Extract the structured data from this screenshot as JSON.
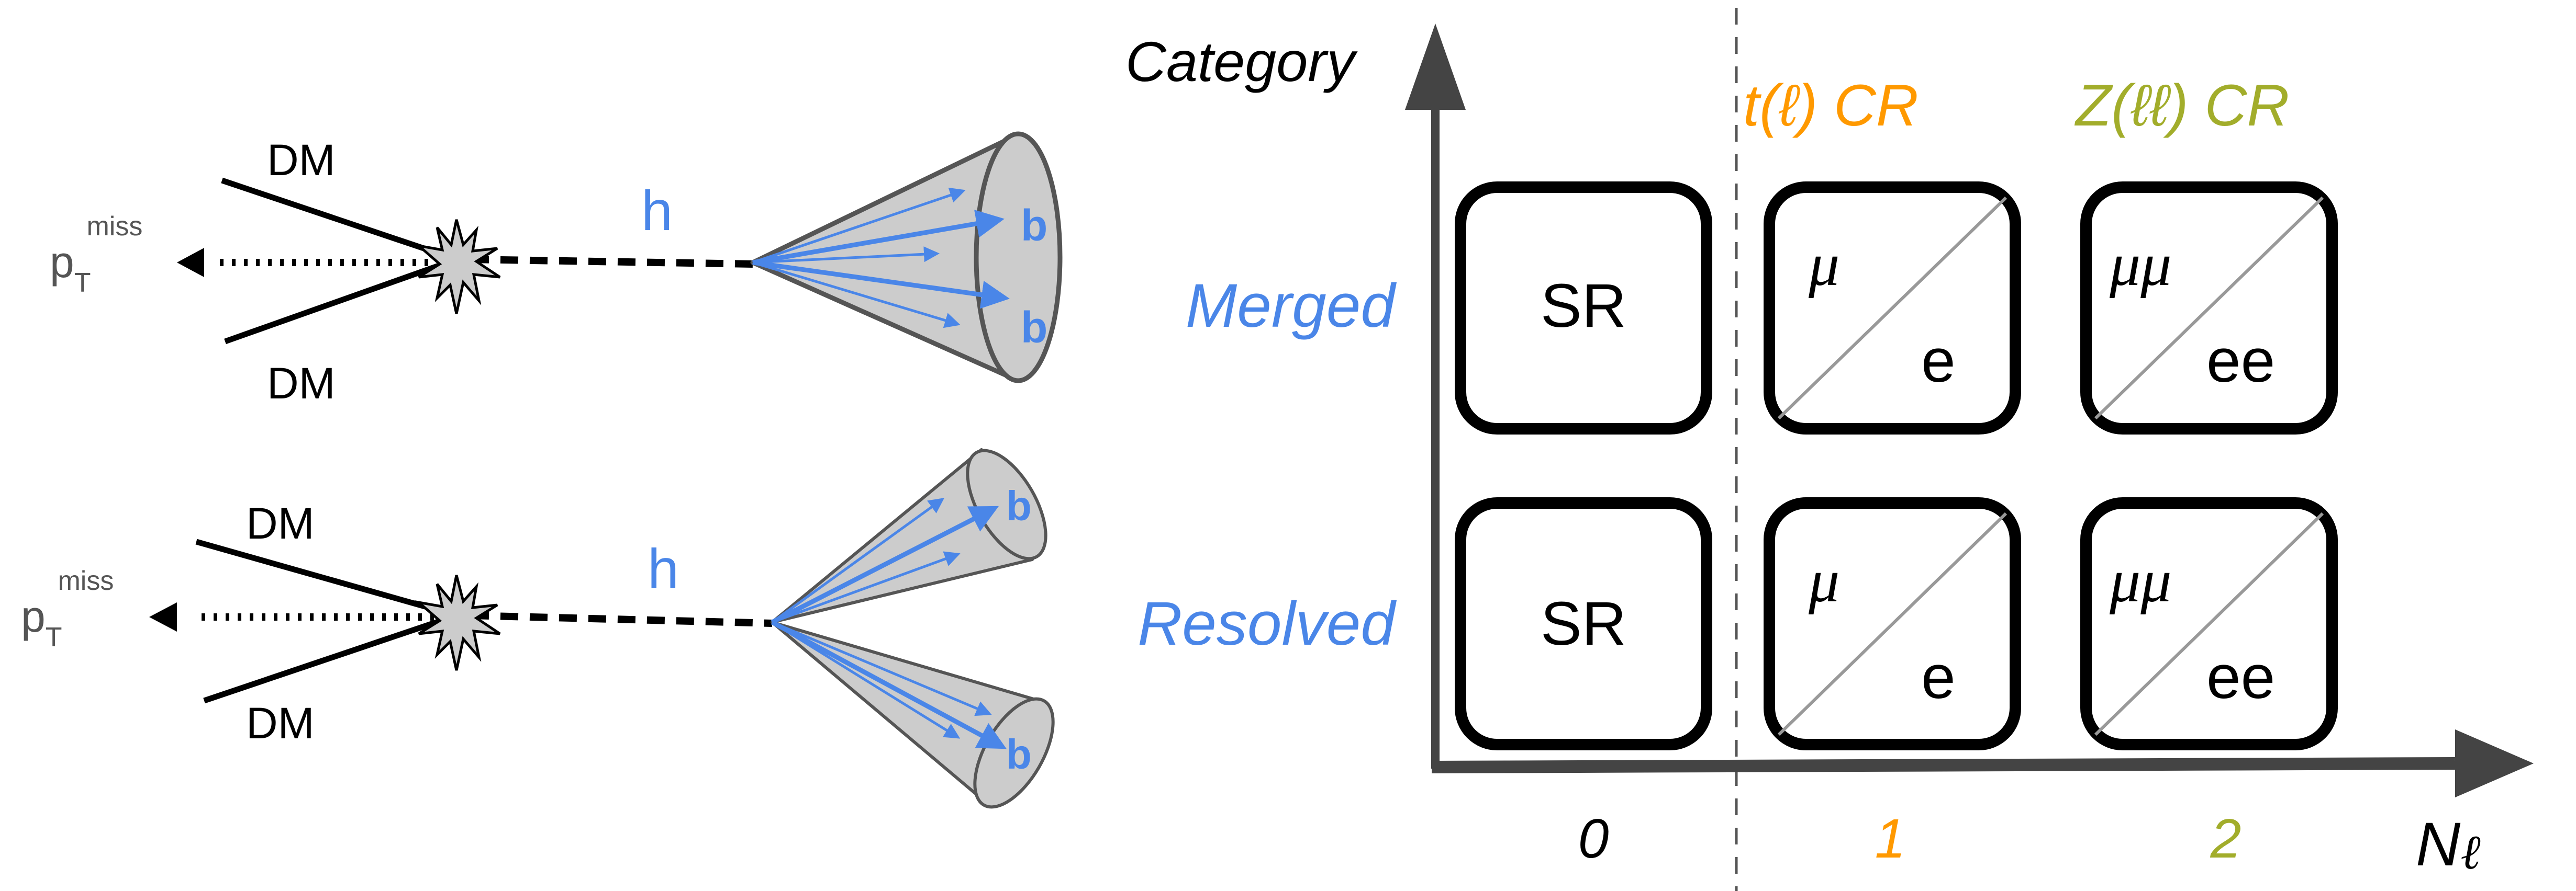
{
  "colors": {
    "blue": "#4A86E8",
    "orange": "#FF9900",
    "olive": "#A2AD2B",
    "axis": "#444444",
    "black": "#000000",
    "cone_fill": "#CCCCCC",
    "cone_stroke": "#555555",
    "divider": "#999999",
    "ptmiss_text": "#555555"
  },
  "feynman": {
    "merged": {
      "dm_top": "DM",
      "dm_bottom": "DM",
      "ptmiss_base": "p",
      "ptmiss_sub": "T",
      "ptmiss_sup": "miss",
      "higgs": "h",
      "jet_labels": [
        "b",
        "b"
      ]
    },
    "resolved": {
      "dm_top": "DM",
      "dm_bottom": "DM",
      "ptmiss_base": "p",
      "ptmiss_sub": "T",
      "ptmiss_sup": "miss",
      "higgs": "h",
      "jet_labels": [
        "b",
        "b"
      ]
    }
  },
  "grid": {
    "y_axis_label": "Category",
    "x_axis_label_base": "N",
    "x_axis_label_sub": "ℓ",
    "rows": [
      {
        "label": "Merged"
      },
      {
        "label": "Resolved"
      }
    ],
    "columns": [
      {
        "tick": "0",
        "header": "",
        "color_key": "black"
      },
      {
        "tick": "1",
        "header": "t(ℓ) CR",
        "color_key": "orange"
      },
      {
        "tick": "2",
        "header": "Z(ℓℓ) CR",
        "color_key": "olive"
      }
    ],
    "cells": [
      [
        {
          "type": "single",
          "text": "SR"
        },
        {
          "type": "split",
          "upper": "μ",
          "lower": "e"
        },
        {
          "type": "split",
          "upper": "μμ",
          "lower": "ee"
        }
      ],
      [
        {
          "type": "single",
          "text": "SR"
        },
        {
          "type": "split",
          "upper": "μ",
          "lower": "e"
        },
        {
          "type": "split",
          "upper": "μμ",
          "lower": "ee"
        }
      ]
    ]
  }
}
